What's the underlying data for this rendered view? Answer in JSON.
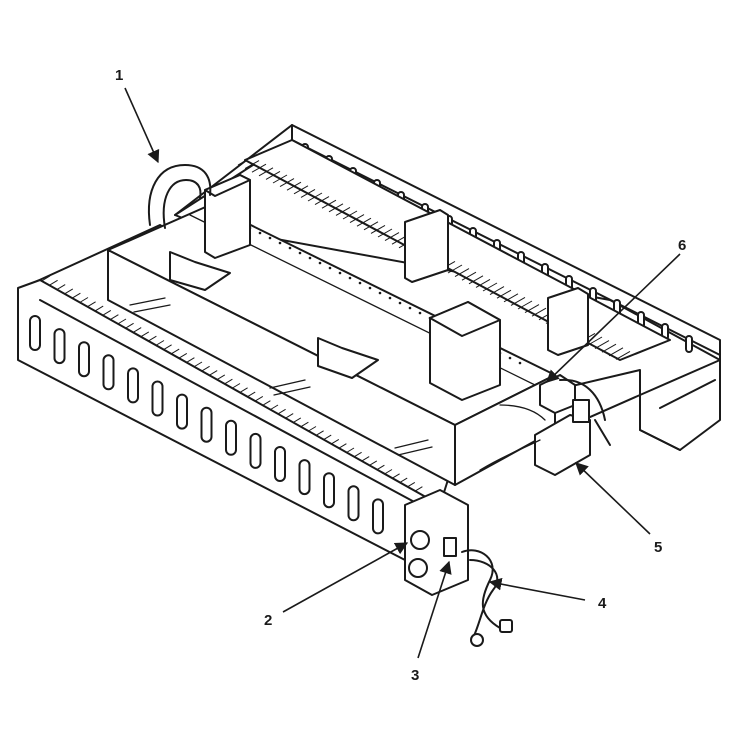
{
  "diagram": {
    "callouts": [
      {
        "id": "1",
        "label": "1"
      },
      {
        "id": "2",
        "label": "2"
      },
      {
        "id": "3",
        "label": "3"
      },
      {
        "id": "4",
        "label": "4"
      },
      {
        "id": "5",
        "label": "5"
      },
      {
        "id": "6",
        "label": "6"
      }
    ],
    "colors": {
      "ink": "#1a1a1a",
      "background": "#ffffff"
    }
  }
}
